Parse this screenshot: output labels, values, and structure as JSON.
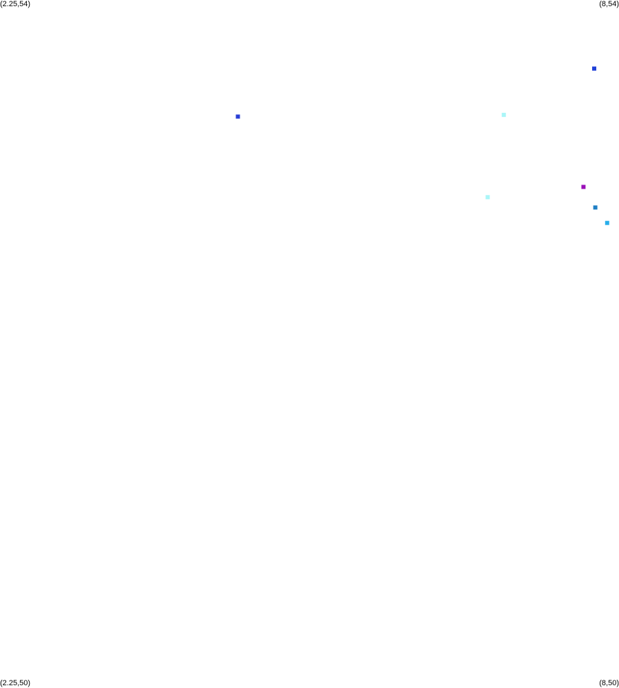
{
  "chart_data": {
    "type": "scatter",
    "xlim": [
      2.25,
      8
    ],
    "ylim": [
      50,
      54
    ],
    "grid": false,
    "corner_labels": {
      "top_left": "(2.25,54)",
      "top_right": "(8,54)",
      "bottom_left": "(2.25,50)",
      "bottom_right": "(8,50)"
    },
    "points": [
      {
        "x": 7.77,
        "y": 53.6,
        "color": "#2040d8"
      },
      {
        "x": 4.46,
        "y": 53.32,
        "color": "#2a3fd6"
      },
      {
        "x": 6.93,
        "y": 53.33,
        "color": "#aaf6f8"
      },
      {
        "x": 7.67,
        "y": 52.91,
        "color": "#9a10b8"
      },
      {
        "x": 6.78,
        "y": 52.85,
        "color": "#aaf6f8"
      },
      {
        "x": 7.78,
        "y": 52.79,
        "color": "#1f7fc4"
      },
      {
        "x": 7.89,
        "y": 52.7,
        "color": "#29aeea"
      }
    ]
  }
}
